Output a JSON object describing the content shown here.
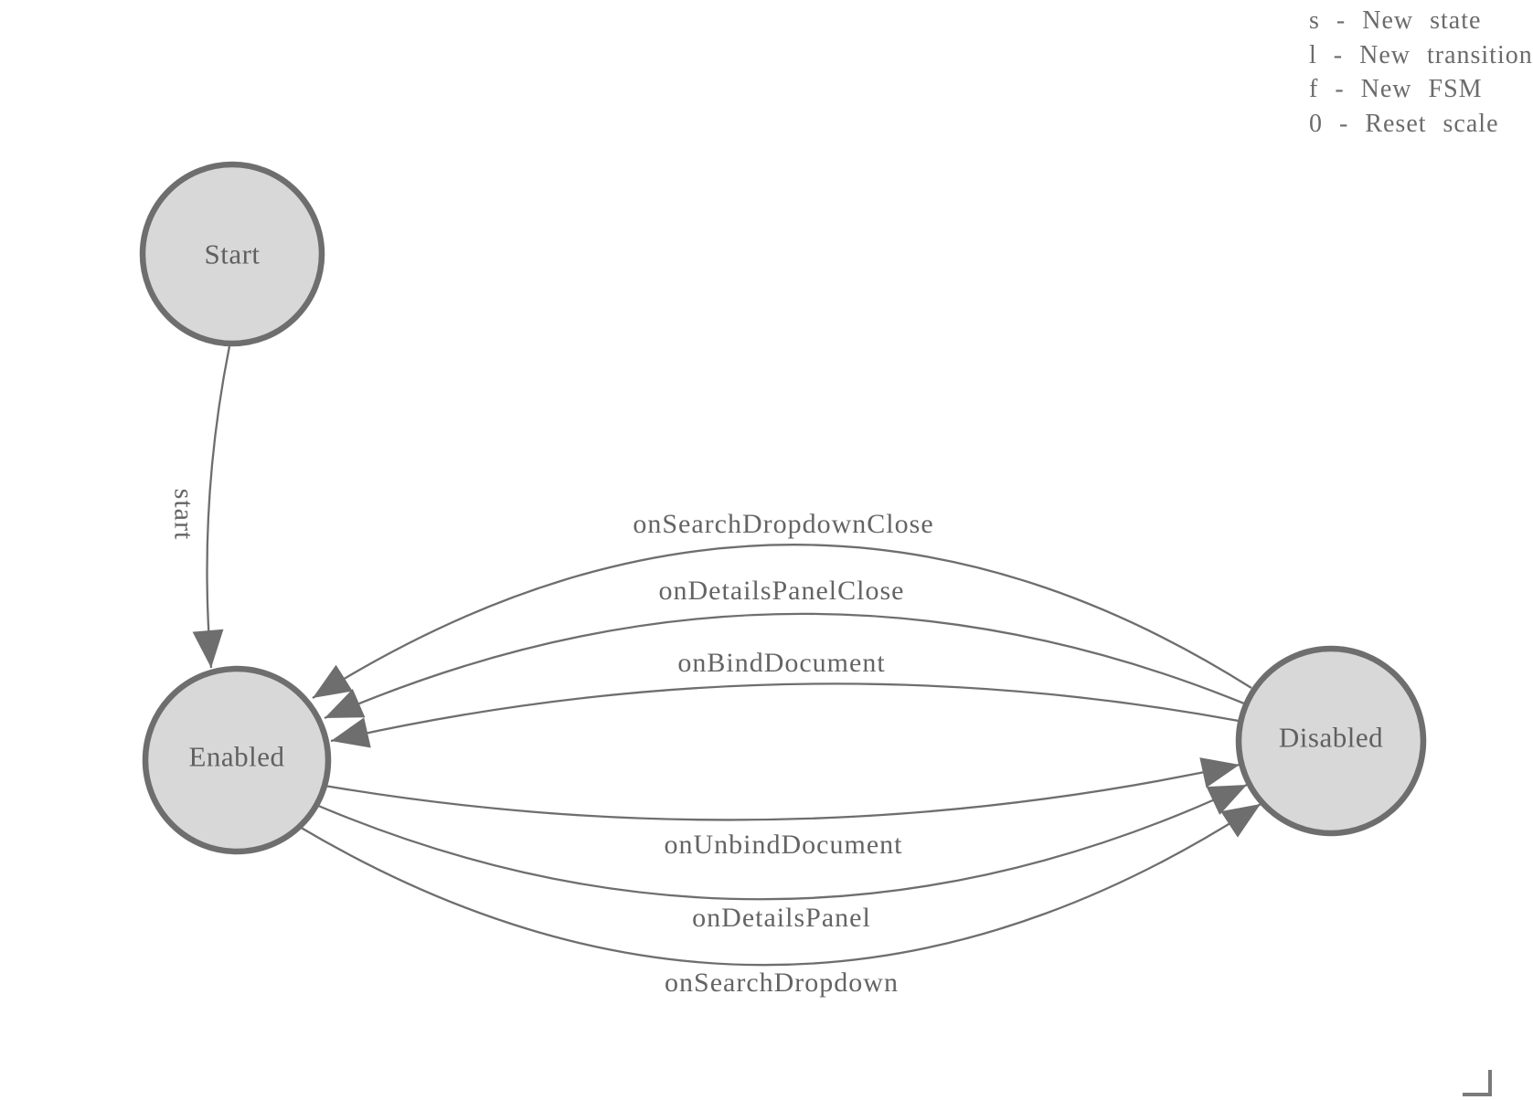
{
  "legend": {
    "lines": [
      "s - New state",
      "l - New transition",
      "f - New FSM",
      "0 - Reset scale"
    ]
  },
  "states": [
    {
      "id": "start",
      "label": "Start"
    },
    {
      "id": "enabled",
      "label": "Enabled"
    },
    {
      "id": "disabled",
      "label": "Disabled"
    }
  ],
  "transitions": [
    {
      "label": "start",
      "from": "Start",
      "to": "Enabled"
    },
    {
      "label": "onSearchDropdownClose",
      "from": "Disabled",
      "to": "Enabled"
    },
    {
      "label": "onDetailsPanelClose",
      "from": "Disabled",
      "to": "Enabled"
    },
    {
      "label": "onBindDocument",
      "from": "Disabled",
      "to": "Enabled"
    },
    {
      "label": "onUnbindDocument",
      "from": "Enabled",
      "to": "Disabled"
    },
    {
      "label": "onDetailsPanel",
      "from": "Enabled",
      "to": "Disabled"
    },
    {
      "label": "onSearchDropdown",
      "from": "Enabled",
      "to": "Disabled"
    }
  ],
  "colors": {
    "state_fill": "#d8d8d8",
    "state_stroke": "#6e6e6e",
    "edge_stroke": "#6e6e6e",
    "label_text": "#646464",
    "legend_text": "#6b6b6b"
  }
}
